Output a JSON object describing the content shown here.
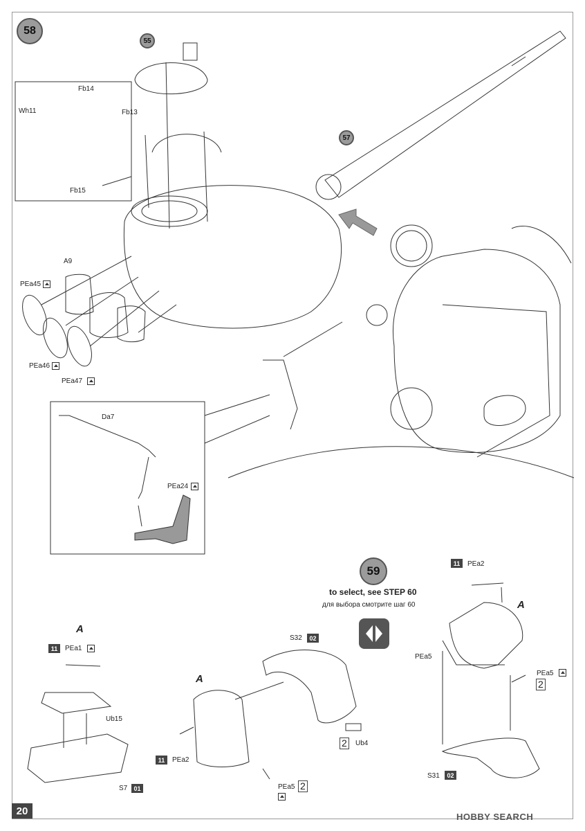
{
  "page": {
    "number": "20"
  },
  "steps": {
    "s58": "58",
    "s55": "55",
    "s57": "57",
    "s59": "59"
  },
  "step59": {
    "select_en": "to select, see STEP 60",
    "select_ru": "для выбора смотрите шаг 60"
  },
  "labels": {
    "fb14": "Fb14",
    "wh11": "Wh11",
    "fb13": "Fb13",
    "fb15": "Fb15",
    "a9": "A9",
    "pea45": "PEa45",
    "pea46": "PEa46",
    "pea47": "PEa47",
    "da7": "Da7",
    "pea24": "PEa24",
    "a_left": "A",
    "pea1": "PEa1",
    "ub15": "Ub15",
    "s7": "S7",
    "a_mid": "A",
    "s32": "S32",
    "pea2_mid": "PEa2",
    "ub4": "Ub4",
    "pea5_mid": "PEa5",
    "pea2_right": "PEa2",
    "a_right": "A",
    "pea5_r1": "PEa5",
    "pea5_r2": "PEa5",
    "s31": "S31"
  },
  "tags": {
    "t11a": "11",
    "t01": "01",
    "t02a": "02",
    "t11b": "11",
    "t11c": "11",
    "t02b": "02"
  },
  "multipliers": {
    "x2a": "2",
    "x2b": "2",
    "x2c": "2"
  },
  "watermark": "HOBBY SEARCH",
  "icons": [
    "photo-etch-icon",
    "select-option-icon",
    "arrow-icon"
  ]
}
